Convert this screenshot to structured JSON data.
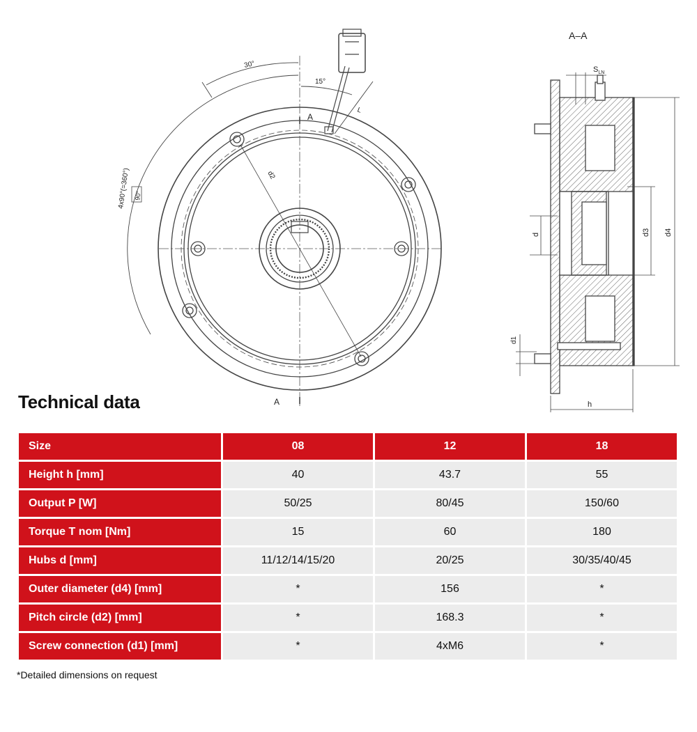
{
  "drawing": {
    "section_label": "A–A",
    "angle_30": "30°",
    "angle_15": "15°",
    "angle_pattern": "4x90°(=360°)",
    "angle_90_box": "90°",
    "dim_d2": "d2",
    "dim_L": "L",
    "section_mark_top": "A",
    "section_mark_bottom": "A",
    "dim_s": "S",
    "dim_s_sub": "LN",
    "dim_d": "d",
    "dim_d3": "d3",
    "dim_d4": "d4",
    "dim_d1": "d1",
    "dim_h": "h"
  },
  "title": "Technical data",
  "table": {
    "header": [
      "Size",
      "08",
      "12",
      "18"
    ],
    "rows": [
      {
        "label": "Height h [mm]",
        "values": [
          "40",
          "43.7",
          "55"
        ]
      },
      {
        "label": "Output P [W]",
        "values": [
          "50/25",
          "80/45",
          "150/60"
        ]
      },
      {
        "label": "Torque T nom [Nm]",
        "values": [
          "15",
          "60",
          "180"
        ]
      },
      {
        "label": "Hubs d [mm]",
        "values": [
          "11/12/14/15/20",
          "20/25",
          "30/35/40/45"
        ]
      },
      {
        "label": "Outer diameter (d4) [mm]",
        "values": [
          "*",
          "156",
          "*"
        ]
      },
      {
        "label": "Pitch circle (d2) [mm]",
        "values": [
          "*",
          "168.3",
          "*"
        ]
      },
      {
        "label": "Screw connection (d1) [mm]",
        "values": [
          "*",
          "4xM6",
          "*"
        ]
      }
    ]
  },
  "footnote": "*Detailed dimensions on request",
  "colors": {
    "header_red": "#d0121b",
    "cell_gray": "#ececec"
  }
}
